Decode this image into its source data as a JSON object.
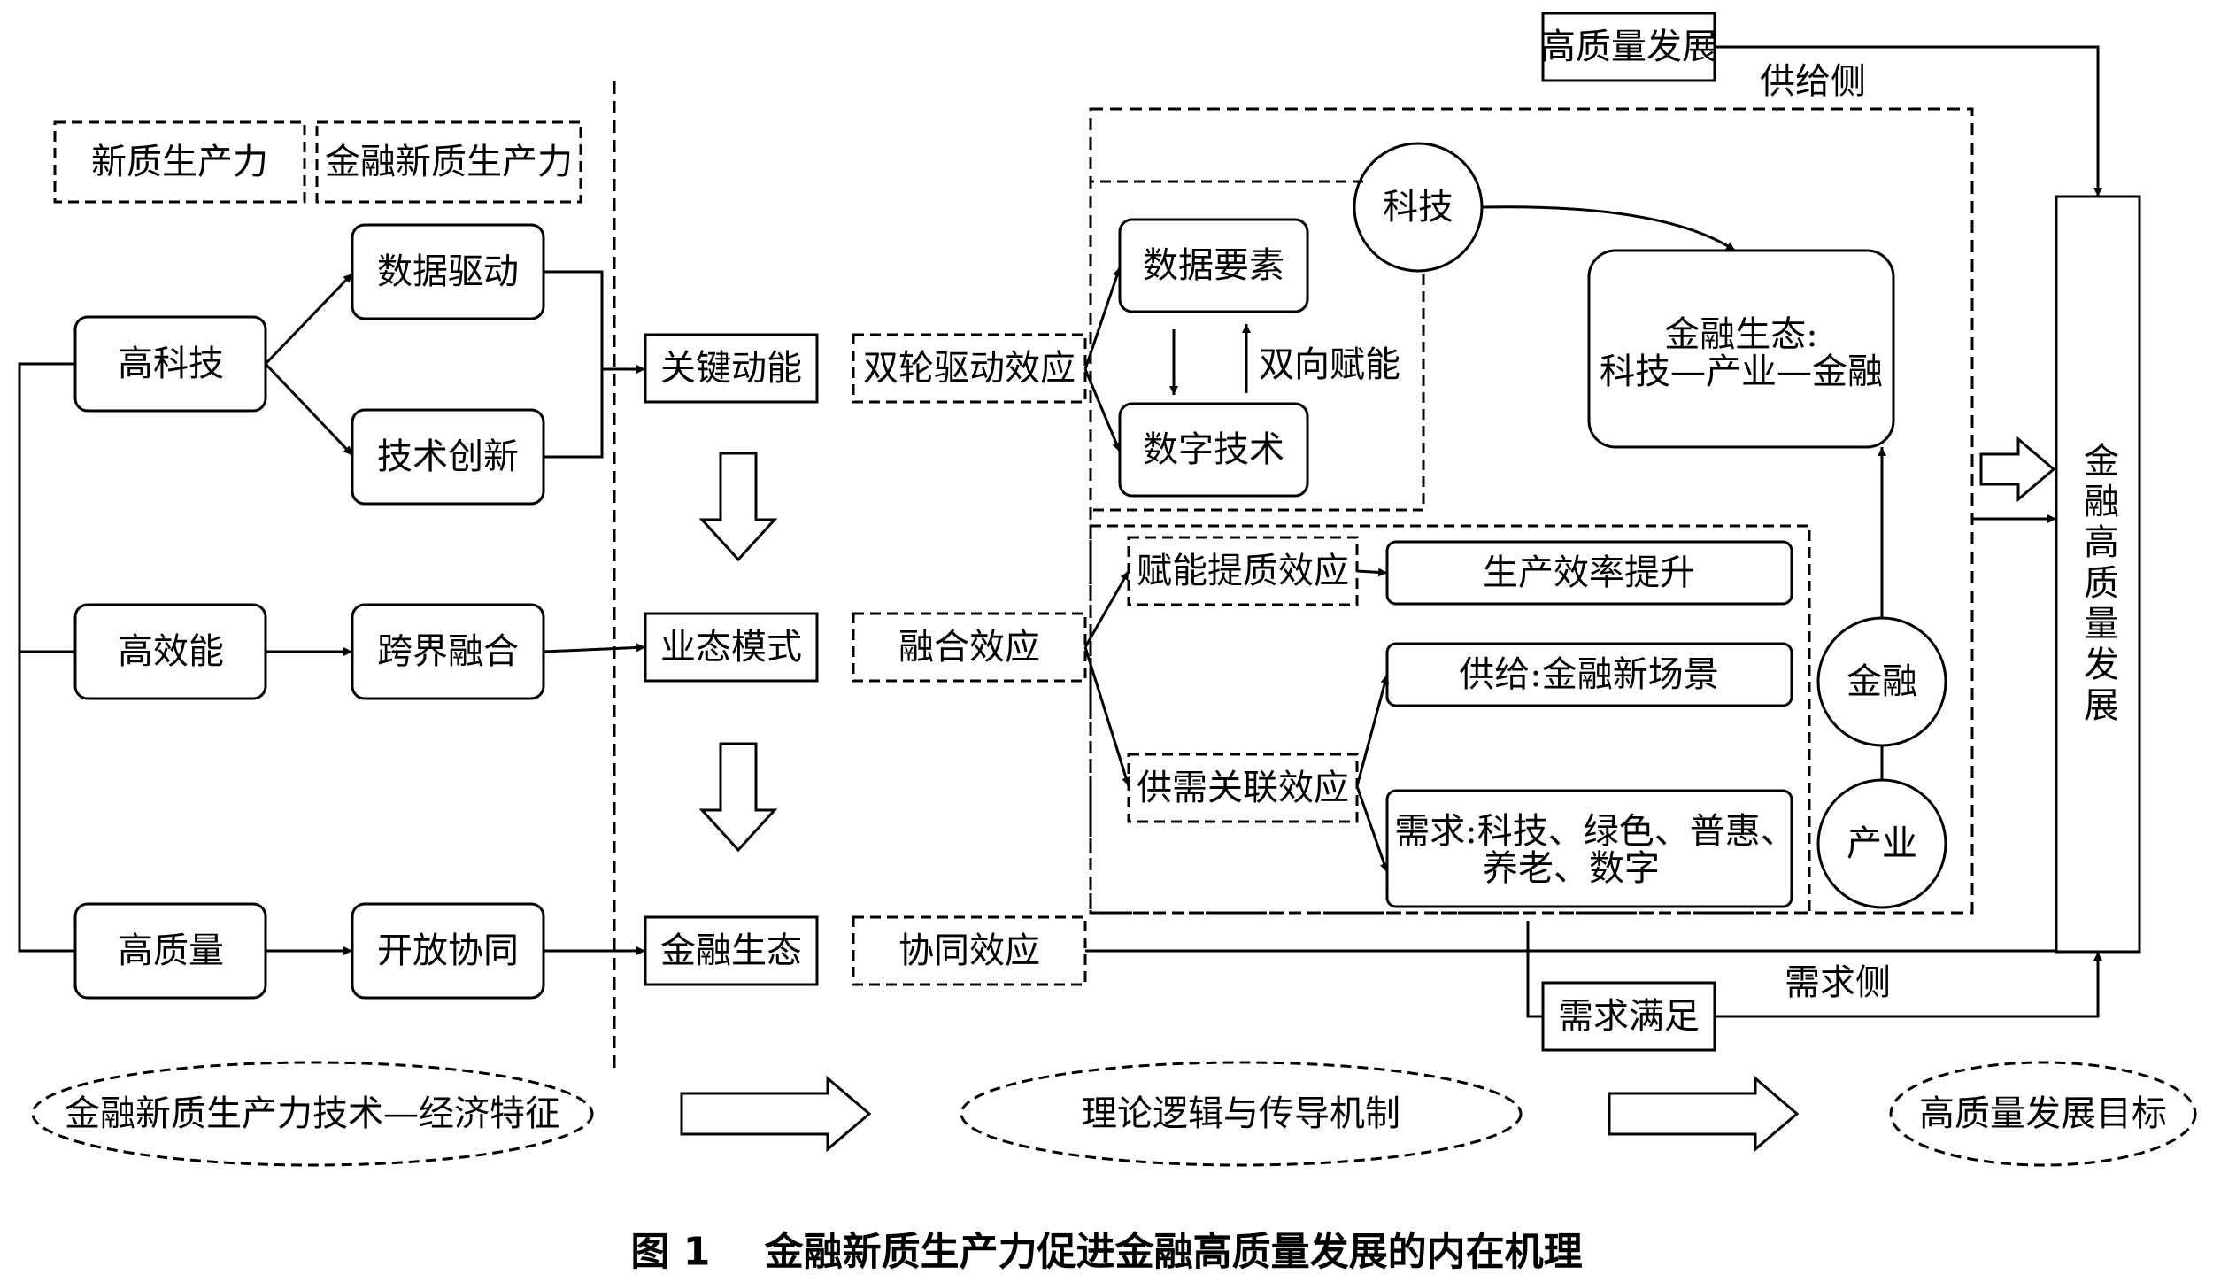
{
  "legend": {
    "new_productivity": "新质生产力",
    "financial_new_productivity": "金融新质生产力"
  },
  "features": {
    "high_tech": "高科技",
    "high_efficiency": "高效能",
    "high_quality": "高质量"
  },
  "drivers": {
    "data_driven": "数据驱动",
    "tech_innovation": "技术创新",
    "cross_border": "跨界融合",
    "open_synergy": "开放协同"
  },
  "mechanisms": {
    "key_momentum": "关键动能",
    "business_model": "业态模式",
    "financial_ecology": "金融生态"
  },
  "effects": {
    "dual_wheel": "双轮驱动效应",
    "fusion": "融合效应",
    "synergy": "协同效应"
  },
  "tech_block": {
    "data_elements": "数据要素",
    "digital_tech": "数字技术",
    "two_way": "双向赋能",
    "tech_circle": "科技"
  },
  "ecology_box": {
    "line1": "金融生态:",
    "line2": "科技—产业—金融"
  },
  "fusion_block": {
    "empower": "赋能提质效应",
    "efficiency": "生产效率提升",
    "supply_demand": "供需关联效应",
    "supply": "供给:金融新场景",
    "demand_line1": "需求:科技、绿色、普惠、",
    "demand_line2": "养老、数字",
    "finance_circle": "金融",
    "industry_circle": "产业"
  },
  "right": {
    "hq_dev": "高质量发展",
    "supply_side": "供给侧",
    "demand_side": "需求侧",
    "demand_met": "需求满足",
    "tall_box": "金融高质量发展"
  },
  "bottom": {
    "features_label": "金融新质生产力技术—经济特征",
    "logic_label": "理论逻辑与传导机制",
    "goal_label": "高质量发展目标"
  },
  "caption": "图 1    金融新质生产力促进金融高质量发展的内在机理"
}
